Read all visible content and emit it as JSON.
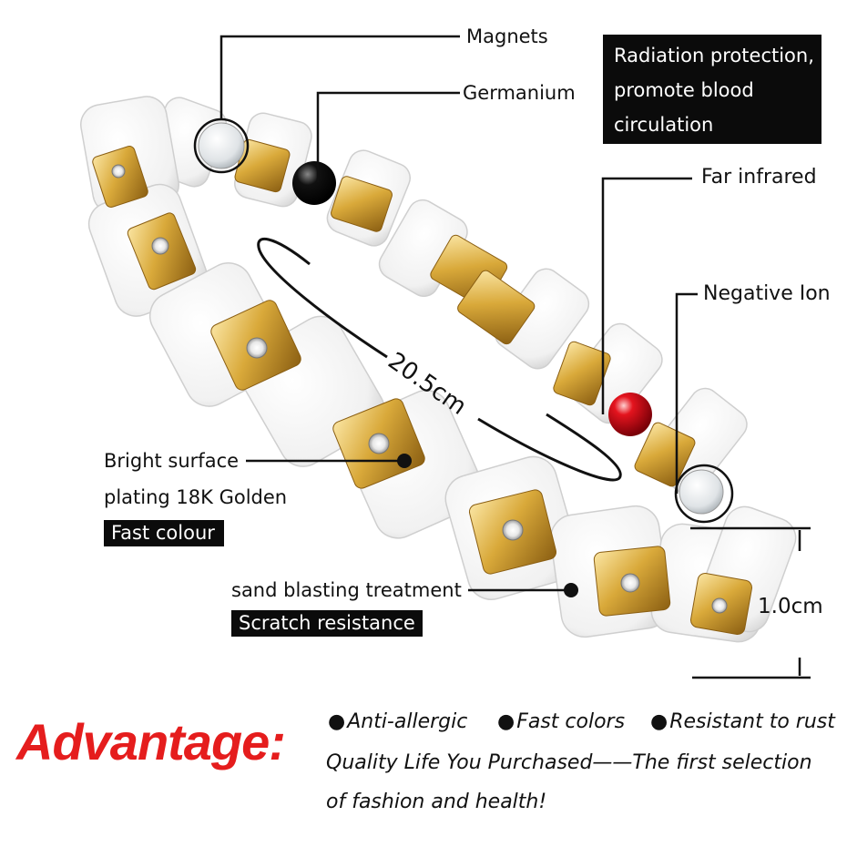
{
  "labels": {
    "magnets": "Magnets",
    "germanium": "Germanium",
    "radiation_lines": [
      "Radiation protection,",
      "promote blood",
      "circulation"
    ],
    "far_infrared": "Far infrared",
    "negative_ion": "Negative Ion",
    "circumference": "20.5cm",
    "width": "1.0cm",
    "bright_surface": "Bright surface",
    "plating": "plating 18K Golden",
    "fast_colour": "Fast colour",
    "sand_blasting": "sand blasting treatment",
    "scratch_resistance": "Scratch resistance"
  },
  "advantage": {
    "title": "Advantage:",
    "features": [
      "Anti-allergic",
      "Fast colors",
      "Resistant to rust"
    ],
    "tagline_1": "Quality Life You Purchased——The first selection",
    "tagline_2": "of fashion and health!",
    "bullet_glyph": "●"
  },
  "colors": {
    "gold": "#d9a93a",
    "ceramic": "#f7f7f7",
    "accent_red": "#e51d1d",
    "label_bg": "#0b0b0b"
  }
}
